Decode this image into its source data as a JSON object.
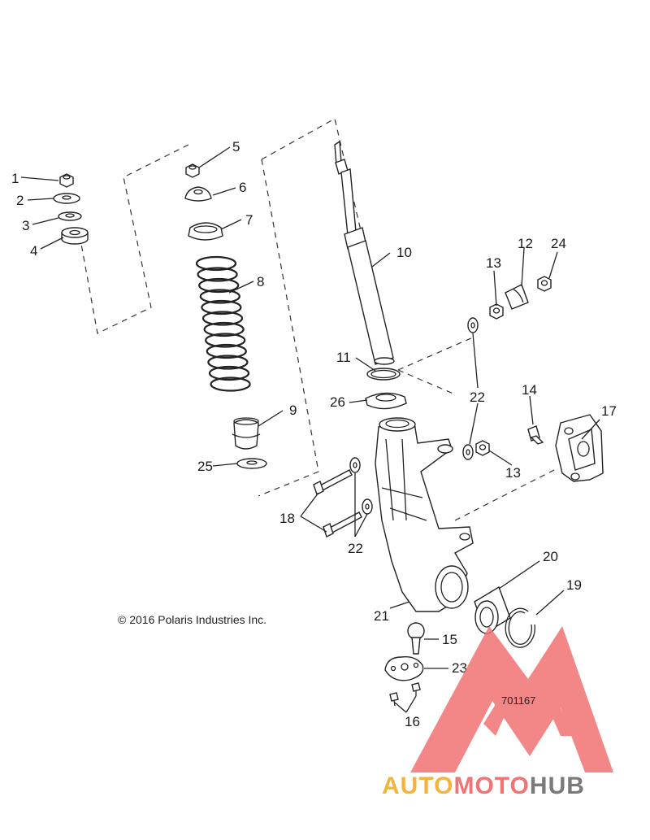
{
  "diagram": {
    "copyright": "© 2016 Polaris Industries Inc.",
    "figure_id": "701167",
    "parts": [
      {
        "number": "1"
      },
      {
        "number": "2"
      },
      {
        "number": "3"
      },
      {
        "number": "4"
      },
      {
        "number": "5"
      },
      {
        "number": "6"
      },
      {
        "number": "7"
      },
      {
        "number": "8"
      },
      {
        "number": "9"
      },
      {
        "number": "10"
      },
      {
        "number": "11"
      },
      {
        "number": "12"
      },
      {
        "number": "13"
      },
      {
        "number": "24"
      },
      {
        "number": "22"
      },
      {
        "number": "26"
      },
      {
        "number": "14"
      },
      {
        "number": "17"
      },
      {
        "number": "13"
      },
      {
        "number": "25"
      },
      {
        "number": "18"
      },
      {
        "number": "22"
      },
      {
        "number": "20"
      },
      {
        "number": "19"
      },
      {
        "number": "21"
      },
      {
        "number": "15"
      },
      {
        "number": "23"
      },
      {
        "number": "16"
      }
    ]
  },
  "watermark": {
    "auto": "AUTO",
    "moto": "MOTO",
    "hub": "HUB",
    "colors": {
      "logo_red": "#f27373",
      "text_orange": "#f3b43f",
      "text_gray": "#7a7a7a"
    }
  }
}
